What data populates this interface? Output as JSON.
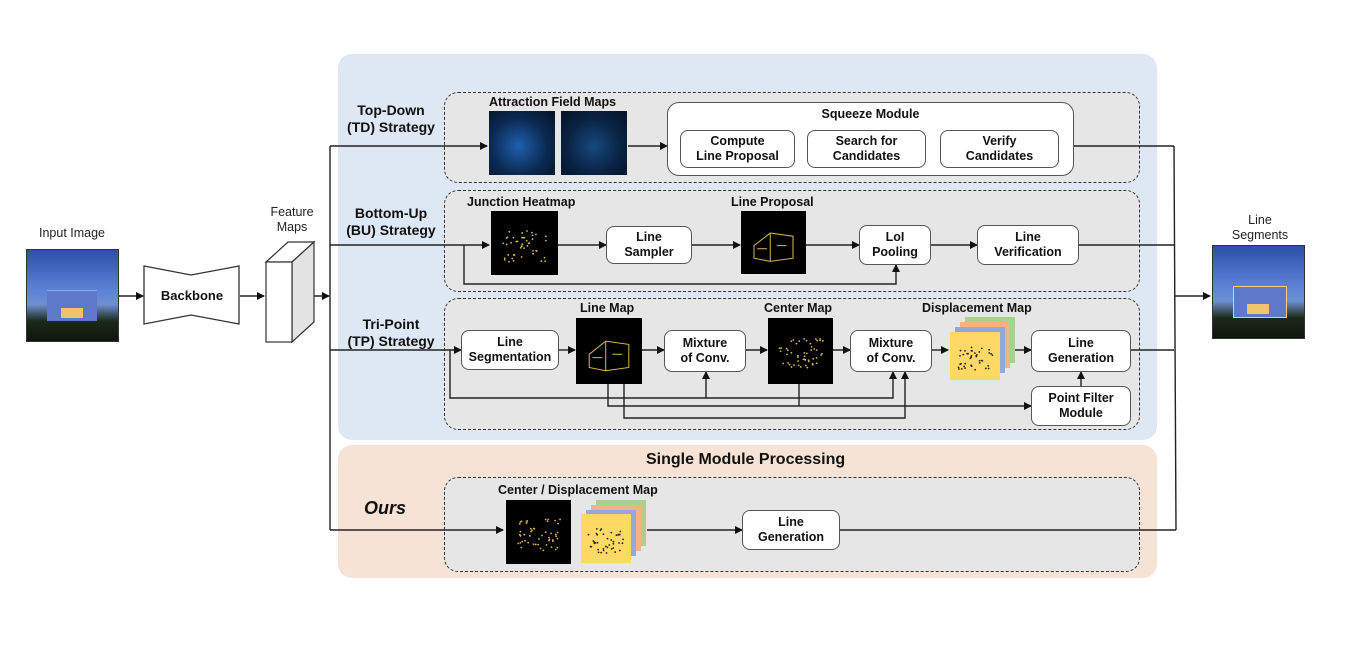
{
  "diagram": {
    "input_image_label": "Input Image",
    "backbone_label": "Backbone",
    "feature_maps_label": "Feature\nMaps",
    "output_label": "Line\nSegments",
    "panels": {
      "multi_module_color": "#dde8f4",
      "single_module_color": "#f6e3d5",
      "single_module_title": "Single Module Processing"
    },
    "td": {
      "strategy": "Top-Down\n(TD) Strategy",
      "afm_label": "Attraction  Field  Maps",
      "squeeze_title": "Squeeze Module",
      "steps": [
        "Compute\nLine Proposal",
        "Search for\nCandidates",
        "Verify\nCandidates"
      ]
    },
    "bu": {
      "strategy": "Bottom-Up\n(BU) Strategy",
      "junction_label": "Junction Heatmap",
      "line_sampler": "Line\nSampler",
      "line_proposal_label": "Line Proposal",
      "loi_pooling": "LoI\nPooling",
      "line_verification": "Line\nVerification"
    },
    "tp": {
      "strategy": "Tri-Point\n(TP) Strategy",
      "line_segmentation": "Line\nSegmentation",
      "line_map_label": "Line Map",
      "mixture_1": "Mixture\nof Conv.",
      "center_map_label": "Center Map",
      "mixture_2": "Mixture\nof Conv.",
      "displacement_label": "Displacement Map",
      "line_generation": "Line\nGeneration",
      "point_filter": "Point Filter\nModule"
    },
    "ours": {
      "strategy": "Ours",
      "map_label": "Center /  Displacement Map",
      "line_generation": "Line\nGeneration"
    },
    "stack_colors": [
      "#a9d18e",
      "#f4b183",
      "#8faadc",
      "#ffd966"
    ],
    "point_color": "#d9b45a"
  }
}
